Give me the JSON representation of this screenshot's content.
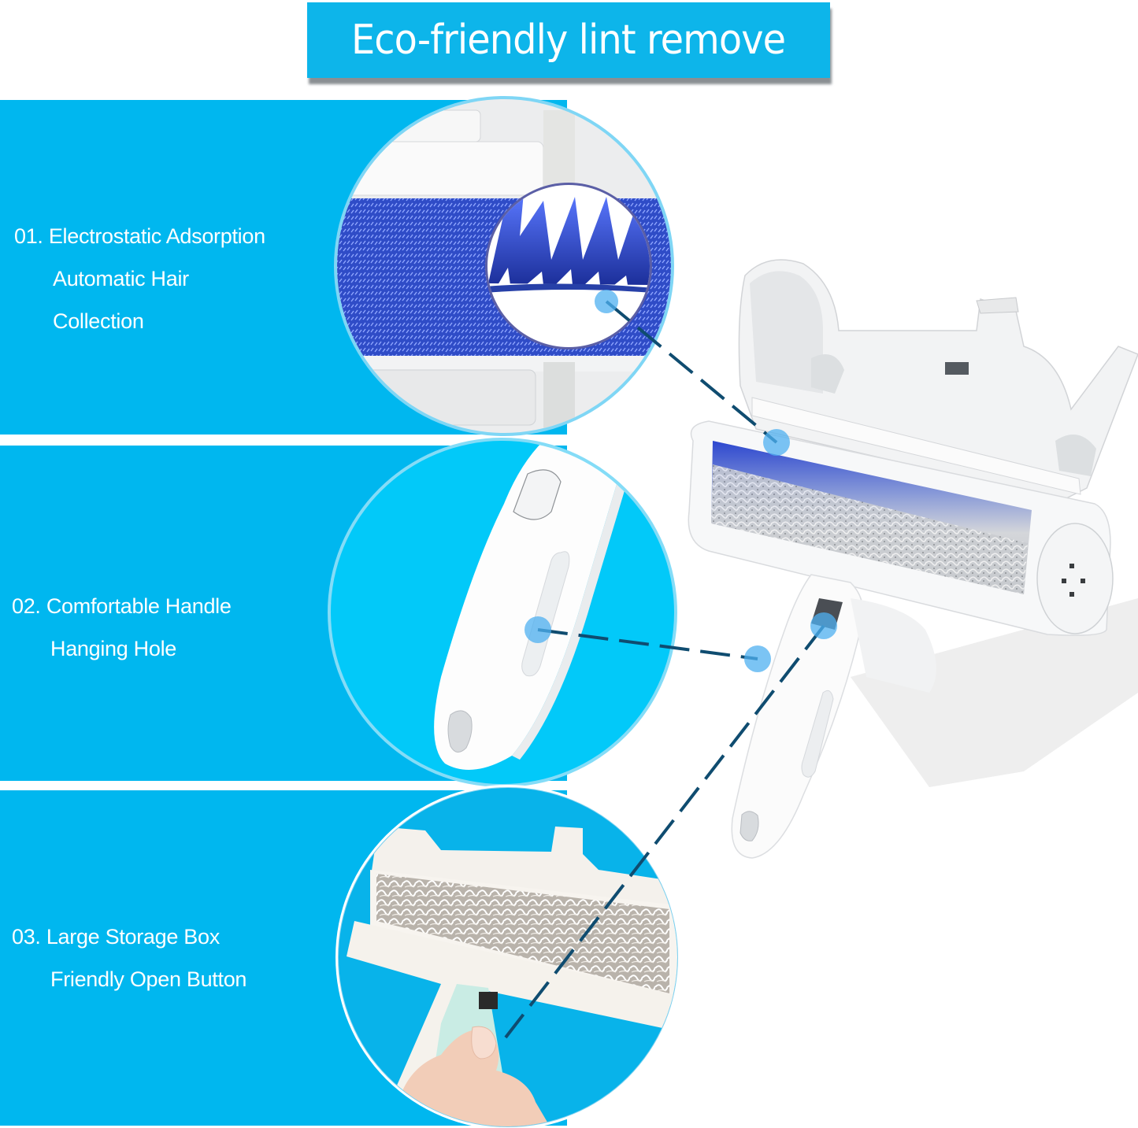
{
  "banner": {
    "title": "Eco-friendly lint remove",
    "background_color": "#0db5ea",
    "text_color": "#ffffff"
  },
  "theme": {
    "band_color": "#00b7ef",
    "callout_line_color": "#0f4c70",
    "callout_dot_color": "#4fb0f0",
    "roller_blue": "#2f48c9"
  },
  "features": [
    {
      "number": "01.",
      "title": "Electrostatic Adsorption",
      "lines": [
        "Automatic Hair",
        "Collection"
      ],
      "image": "roller-bristles-closeup"
    },
    {
      "number": "02.",
      "title": "Comfortable Handle",
      "lines": [
        "Hanging Hole"
      ],
      "image": "handle-with-hanging-hole"
    },
    {
      "number": "03.",
      "title": "Large Storage Box",
      "lines": [
        "Friendly Open Button"
      ],
      "image": "hand-pressing-open-button"
    }
  ],
  "product": {
    "image": "lint-roller-open-lid"
  }
}
